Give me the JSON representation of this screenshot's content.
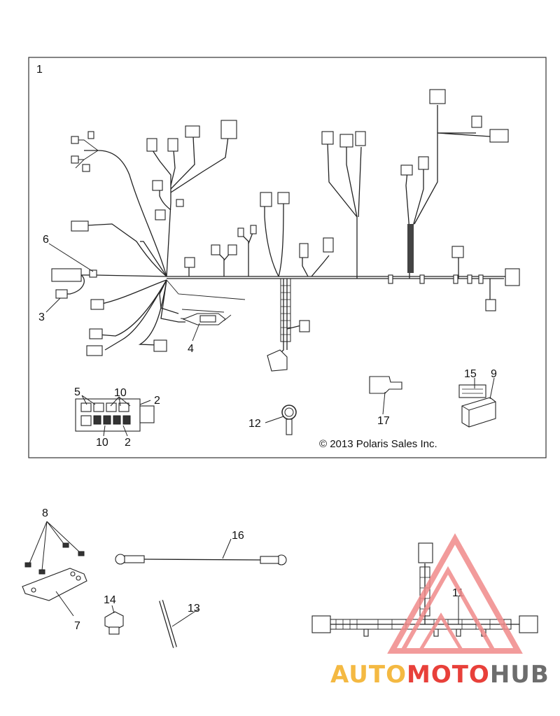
{
  "diagram": {
    "copyright": "© 2013 Polaris Sales Inc.",
    "callouts": {
      "c1": "1",
      "c2a": "2",
      "c2b": "2",
      "c3": "3",
      "c4": "4",
      "c5": "5",
      "c6": "6",
      "c7": "7",
      "c8": "8",
      "c9": "9",
      "c10a": "10",
      "c10b": "10",
      "c11": "11",
      "c12": "12",
      "c13": "13",
      "c14": "14",
      "c15": "15",
      "c16": "16",
      "c17": "17"
    }
  },
  "watermark": {
    "text_part1": "AUTO",
    "text_part2": "MOTO",
    "text_part3": "HUB",
    "colors": {
      "orange": "#f4b942",
      "red": "#e8403a",
      "gray": "#6d6d6d",
      "triangle": "#f08a8a"
    }
  }
}
